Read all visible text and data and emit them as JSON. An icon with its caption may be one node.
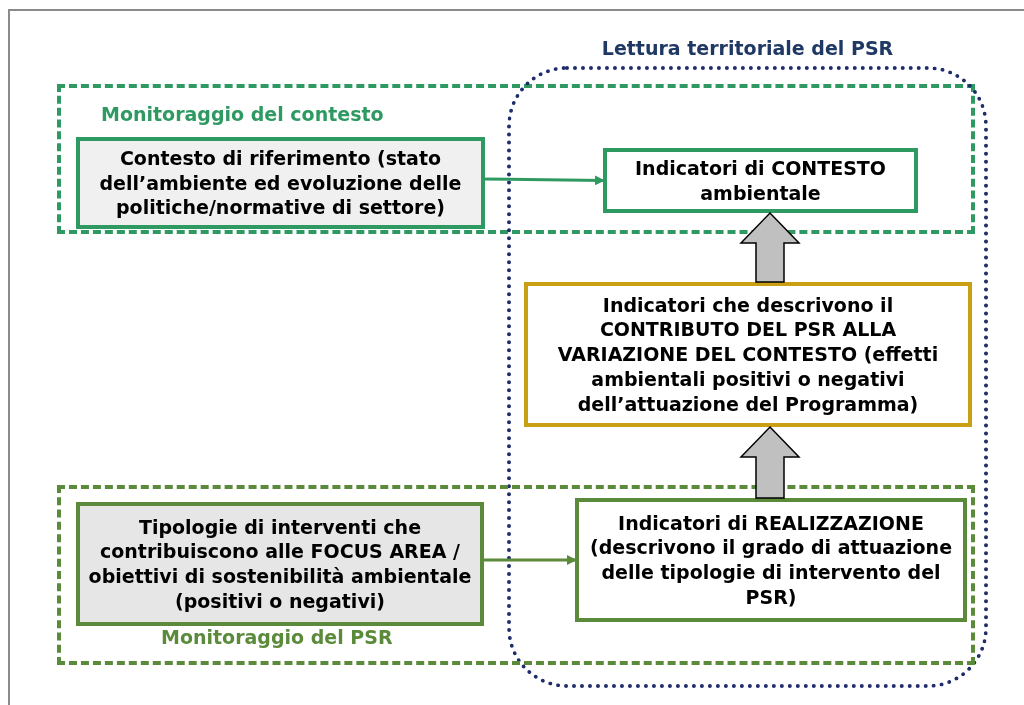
{
  "diagram": {
    "nodes": [
      {
        "text": [
          "Monitoraggio del contesto"
        ]
      },
      {
        "text": [
          "Contesto di riferimento (stato dell’ambiente ed evoluzione delle politiche/normative di settore)"
        ],
        "in": 0
      },
      {
        "text": [
          "Lettura territoriale del PSR"
        ]
      },
      {
        "text": [
          "Indicatori di CONTESTO ambientale"
        ]
      },
      {
        "text": [
          "Indicatori che descrivono il CONTRIBUTO DEL PSR ALLA VARIAZIONE DEL CONTESTO (effetti ambientali positivi o negativi dell’attuazione del Programma)"
        ],
        "in": 2
      },
      {
        "text": [
          "Monitoraggio del PSR"
        ]
      },
      {
        "text": [
          "Tipologie di interventi che contribuiscono alle FOCUS AREA / obiettivi di sostenibilità ambientale (positivi o negativi)"
        ],
        "in": 5
      },
      {
        "text": [
          "Indicatori di REALIZZAZIONE (descrivono il grado di attuazione delle tipologie di intervento del PSR)"
        ]
      }
    ],
    "edges": [
      {
        "from": 1,
        "to": 3,
        "arrow": "to",
        "color": "#2e9a62"
      },
      {
        "from": 4,
        "to": 3,
        "arrow": "to",
        "style": "thick",
        "color": "#c0c0c0"
      },
      {
        "from": 7,
        "to": 4,
        "arrow": "to",
        "style": "thick",
        "color": "#c0c0c0"
      },
      {
        "from": 6,
        "to": 7,
        "arrow": "to",
        "color": "#5a8a3a"
      }
    ]
  }
}
